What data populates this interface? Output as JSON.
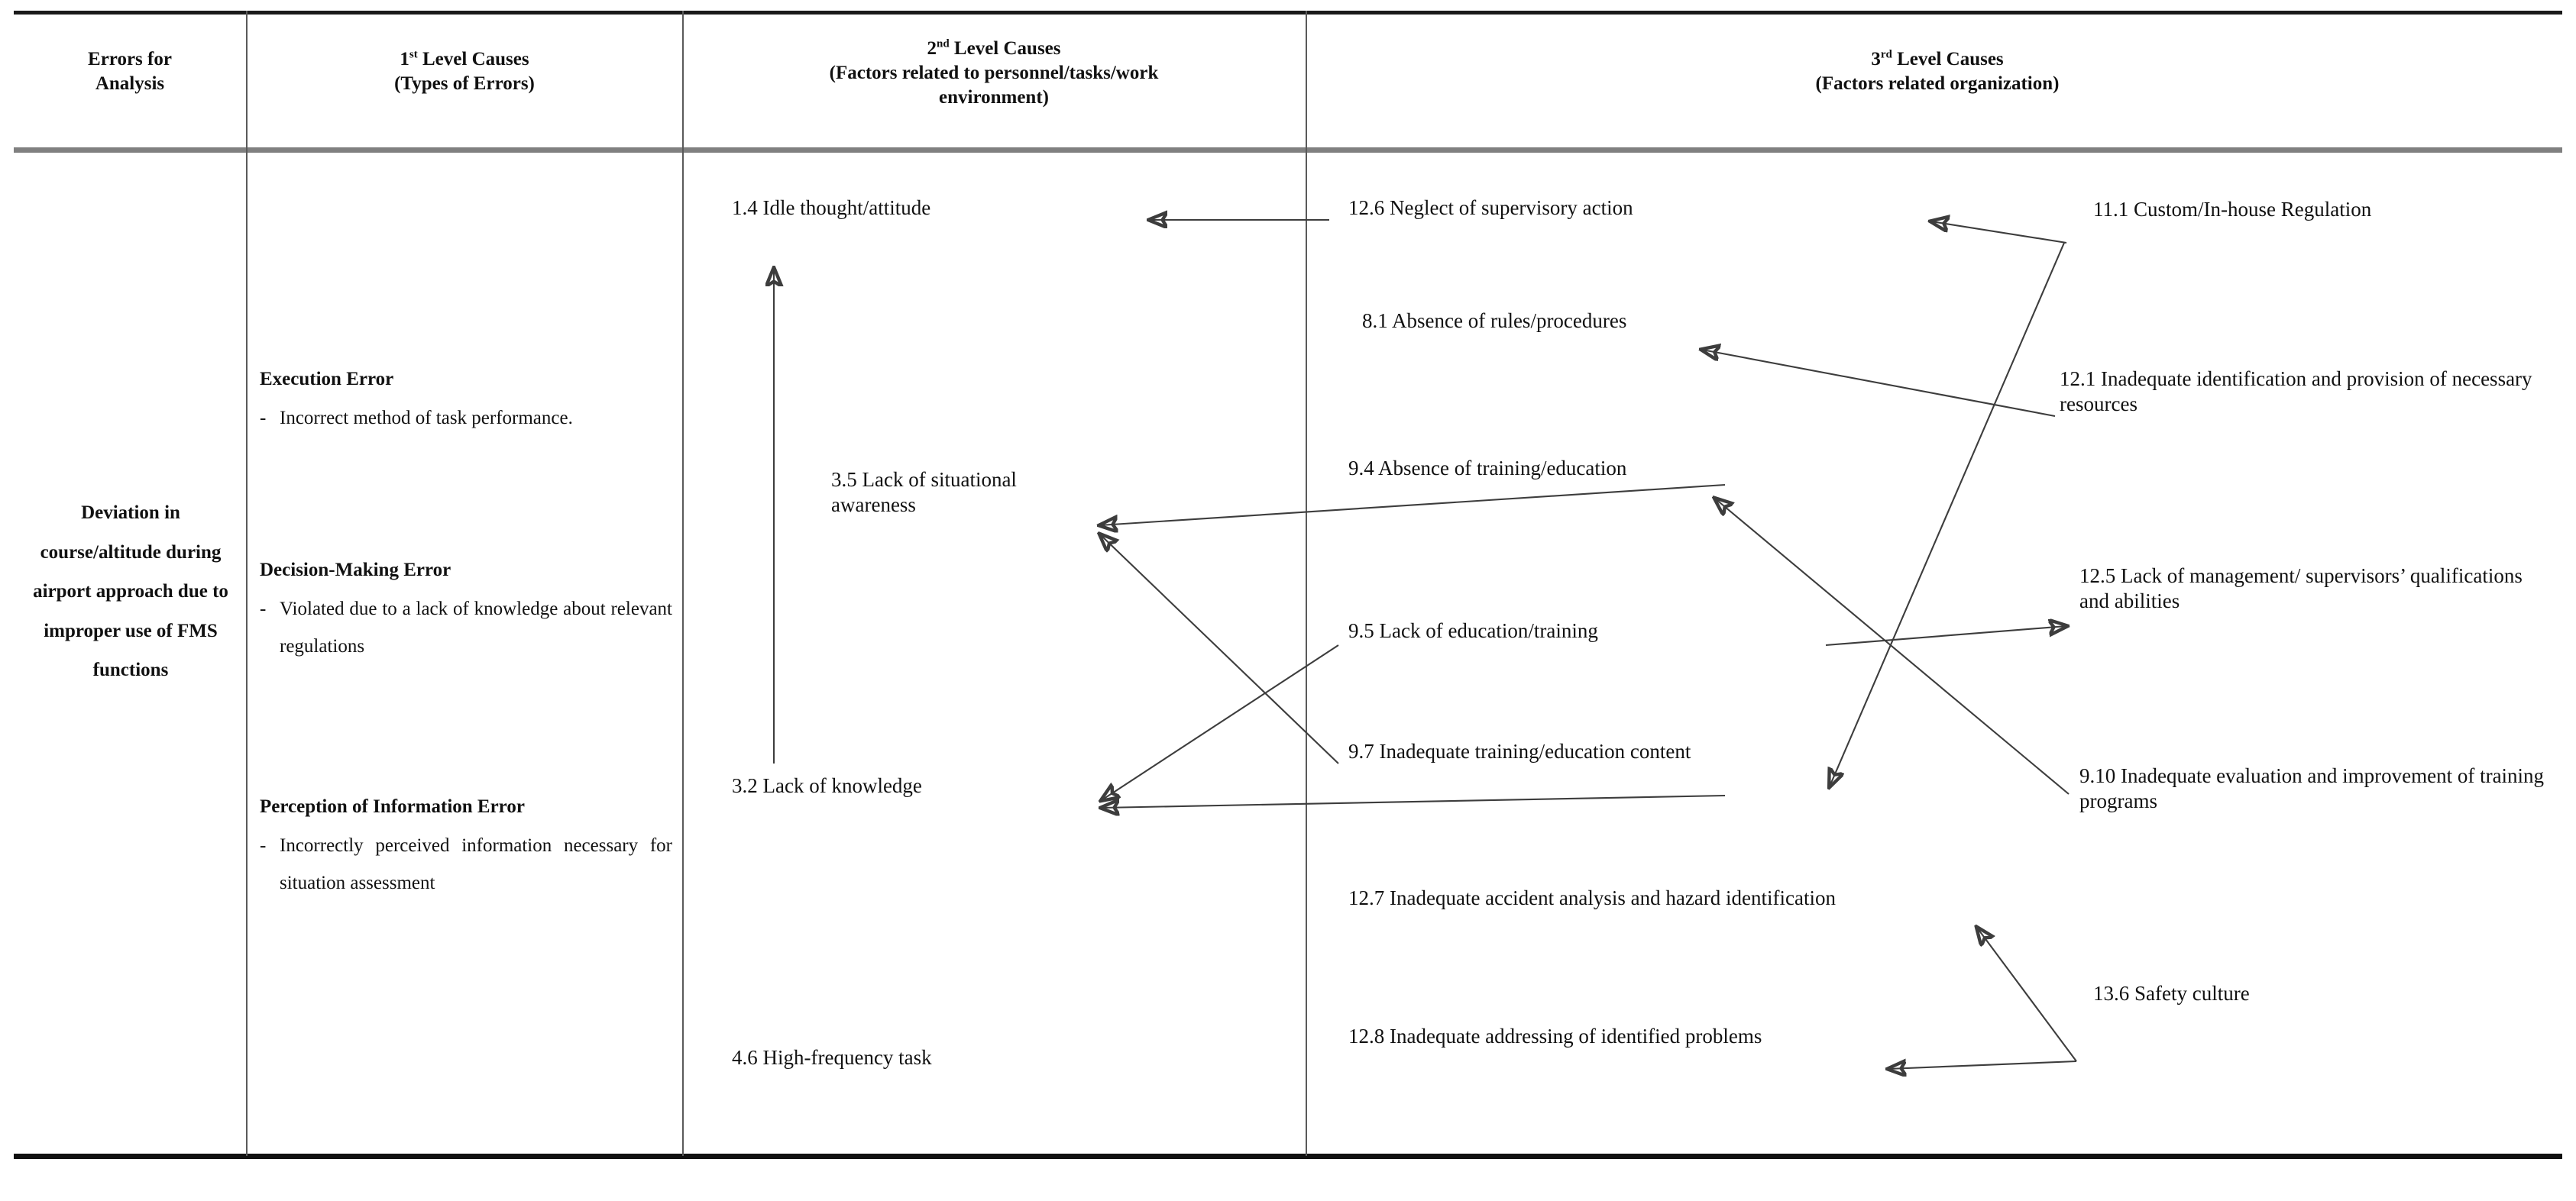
{
  "table": {
    "headers": [
      {
        "line1": "Errors for",
        "line2": "Analysis"
      },
      {
        "line1": "1st Level Causes",
        "line1_num": "1",
        "line1_sup": "st",
        "line1_rest": " Level Causes",
        "line2": "(Types of Errors)"
      },
      {
        "line1_num": "2",
        "line1_sup": "nd",
        "line1_rest": " Level Causes",
        "line2": "(Factors related to personnel/tasks/work",
        "line3": "environment)"
      },
      {
        "line1_num": "3",
        "line1_sup": "rd",
        "line1_rest": " Level Causes",
        "line2": "(Factors related organization)"
      }
    ]
  },
  "error_for_analysis": {
    "text": "Deviation in course/altitude during airport approach due to improper use of FMS functions"
  },
  "first_level_causes": [
    {
      "title": "Execution Error",
      "bullet_marker": "-",
      "bullet": "Incorrect method of task performance."
    },
    {
      "title": "Decision-Making Error",
      "bullet_marker": "-",
      "bullet": "Violated due to a lack of knowledge about relevant regulations"
    },
    {
      "title": "Perception of Information Error",
      "bullet_marker": "-",
      "bullet": "Incorrectly perceived information necessary for situation assessment"
    }
  ],
  "second_level_causes": [
    {
      "id": "1.4",
      "label": "1.4 Idle thought/attitude"
    },
    {
      "id": "3.5",
      "label": "3.5 Lack of situational awareness"
    },
    {
      "id": "3.2",
      "label": "3.2 Lack of knowledge"
    },
    {
      "id": "4.6",
      "label": "4.6 High-frequency task"
    }
  ],
  "third_level_causes_inner": [
    {
      "id": "12.6",
      "label": "12.6 Neglect of supervisory action"
    },
    {
      "id": "8.1",
      "label": "8.1 Absence of rules/procedures"
    },
    {
      "id": "9.4",
      "label": "9.4 Absence of training/education"
    },
    {
      "id": "9.5",
      "label": "9.5 Lack of education/training"
    },
    {
      "id": "9.7",
      "label": "9.7 Inadequate training/education content"
    },
    {
      "id": "12.7",
      "label": "12.7 Inadequate accident analysis and hazard identification"
    },
    {
      "id": "12.8",
      "label": "12.8 Inadequate addressing of identified problems"
    }
  ],
  "third_level_causes_outer": [
    {
      "id": "11.1",
      "label": "11.1 Custom/In-house Regulation"
    },
    {
      "id": "12.1",
      "label": "12.1 Inadequate identification and provision of necessary resources"
    },
    {
      "id": "12.5",
      "label": "12.5 Lack of management/ supervisors’ qualifications and abilities"
    },
    {
      "id": "9.10",
      "label": "9.10 Inadequate evaluation and improvement of training programs"
    },
    {
      "id": "13.6",
      "label": "13.6 Safety culture"
    }
  ],
  "relations": [
    {
      "from": "12.6",
      "to": "1.4"
    },
    {
      "from": "11.1",
      "to": "12.6"
    },
    {
      "from": "9.4",
      "to": "3.5"
    },
    {
      "from": "9.7",
      "to": "3.5"
    },
    {
      "from": "9.5",
      "to": "3.2"
    },
    {
      "from": "9.7",
      "to": "3.2"
    },
    {
      "from": "3.2",
      "to": "1.4"
    },
    {
      "from": "12.1",
      "to": "8.1"
    },
    {
      "from": "9.10",
      "to": "9.4"
    },
    {
      "from": "11.1",
      "to": "9.7"
    },
    {
      "from": "9.5",
      "to": "12.5"
    },
    {
      "from": "13.6",
      "to": "12.7"
    },
    {
      "from": "13.6",
      "to": "12.8"
    }
  ],
  "colors": {
    "rule": "#1a1a1a",
    "header_rule": "#808080",
    "divider": "#5a5a5a",
    "arrow": "#3d3d3d",
    "text": "#111111"
  }
}
